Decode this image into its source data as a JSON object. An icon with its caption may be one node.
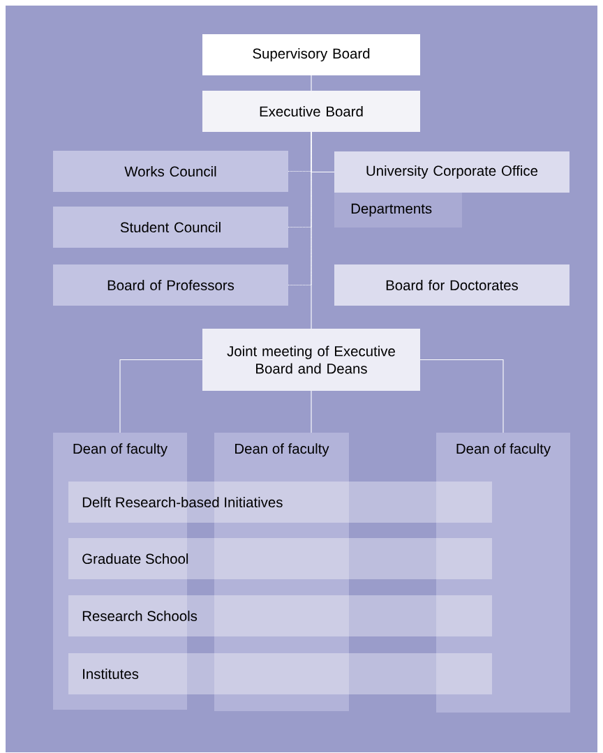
{
  "diagram": {
    "nodes": [
      {
        "text": [
          "Supervisory Board"
        ]
      },
      {
        "text": [
          "Executive Board"
        ]
      },
      {
        "text": [
          "Works Council"
        ]
      },
      {
        "text": [
          "University Corporate Office"
        ]
      },
      {
        "text": [
          "Departments"
        ]
      },
      {
        "text": [
          "Student Council"
        ]
      },
      {
        "text": [
          "Board of Professors"
        ]
      },
      {
        "text": [
          "Board for Doctorates"
        ]
      },
      {
        "text": [
          "Joint meeting of Executive Board and Deans"
        ]
      },
      {
        "text": [
          "Dean of faculty"
        ]
      },
      {
        "text": [
          "Dean of faculty"
        ]
      },
      {
        "text": [
          "Dean of faculty"
        ]
      },
      {
        "text": [
          "Delft Research-based Initiatives"
        ]
      },
      {
        "text": [
          "Graduate School"
        ]
      },
      {
        "text": [
          "Research Schools"
        ]
      },
      {
        "text": [
          "Institutes"
        ]
      }
    ],
    "edges": [
      {
        "from": 0,
        "to": 1,
        "arrow": "none"
      },
      {
        "from": 1,
        "to": 8,
        "arrow": "none"
      },
      {
        "from": 2,
        "to": 1,
        "arrow": "none",
        "style": "dashed"
      },
      {
        "from": 1,
        "to": 3,
        "arrow": "none"
      },
      {
        "from": 5,
        "to": 1,
        "arrow": "none",
        "style": "dashed"
      },
      {
        "from": 6,
        "to": 1,
        "arrow": "none",
        "style": "dashed"
      },
      {
        "from": 8,
        "to": 9,
        "arrow": "none"
      },
      {
        "from": 8,
        "to": 10,
        "arrow": "none"
      },
      {
        "from": 8,
        "to": 11,
        "arrow": "none"
      }
    ]
  }
}
